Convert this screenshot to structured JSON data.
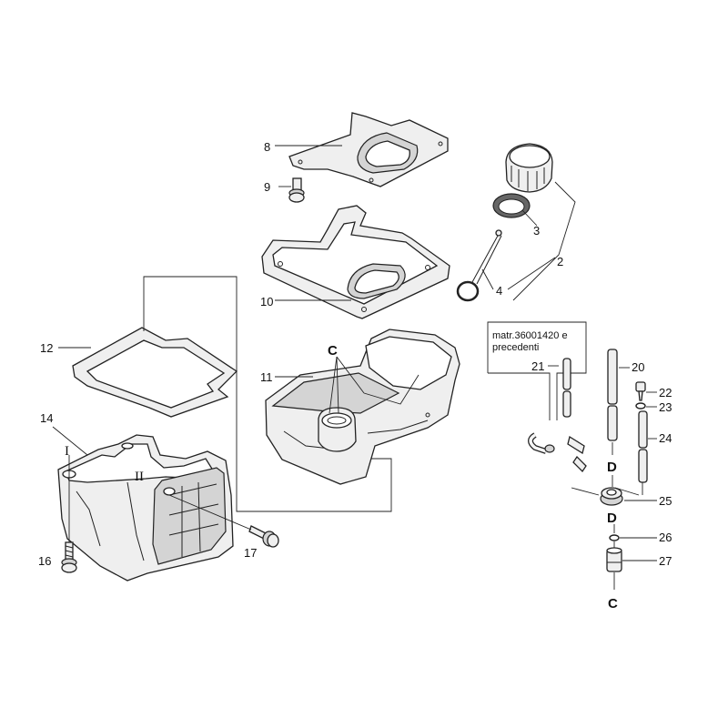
{
  "callouts": {
    "p2": "2",
    "p3": "3",
    "p4": "4",
    "p8": "8",
    "p9": "9",
    "p10": "10",
    "p11": "11",
    "p12": "12",
    "p14": "14",
    "p16": "16",
    "p17": "17",
    "p20": "20",
    "p21": "21",
    "p22": "22",
    "p23": "23",
    "p24": "24",
    "p25": "25",
    "p26": "26",
    "p27": "27"
  },
  "connectors": {
    "c_tank": "C",
    "c_filter": "C",
    "d_upper": "D",
    "d_lower": "D",
    "roman_1": "I",
    "roman_2": "II"
  },
  "note_box": {
    "line1": "matr.36001420 e",
    "line2": "precedenti"
  }
}
